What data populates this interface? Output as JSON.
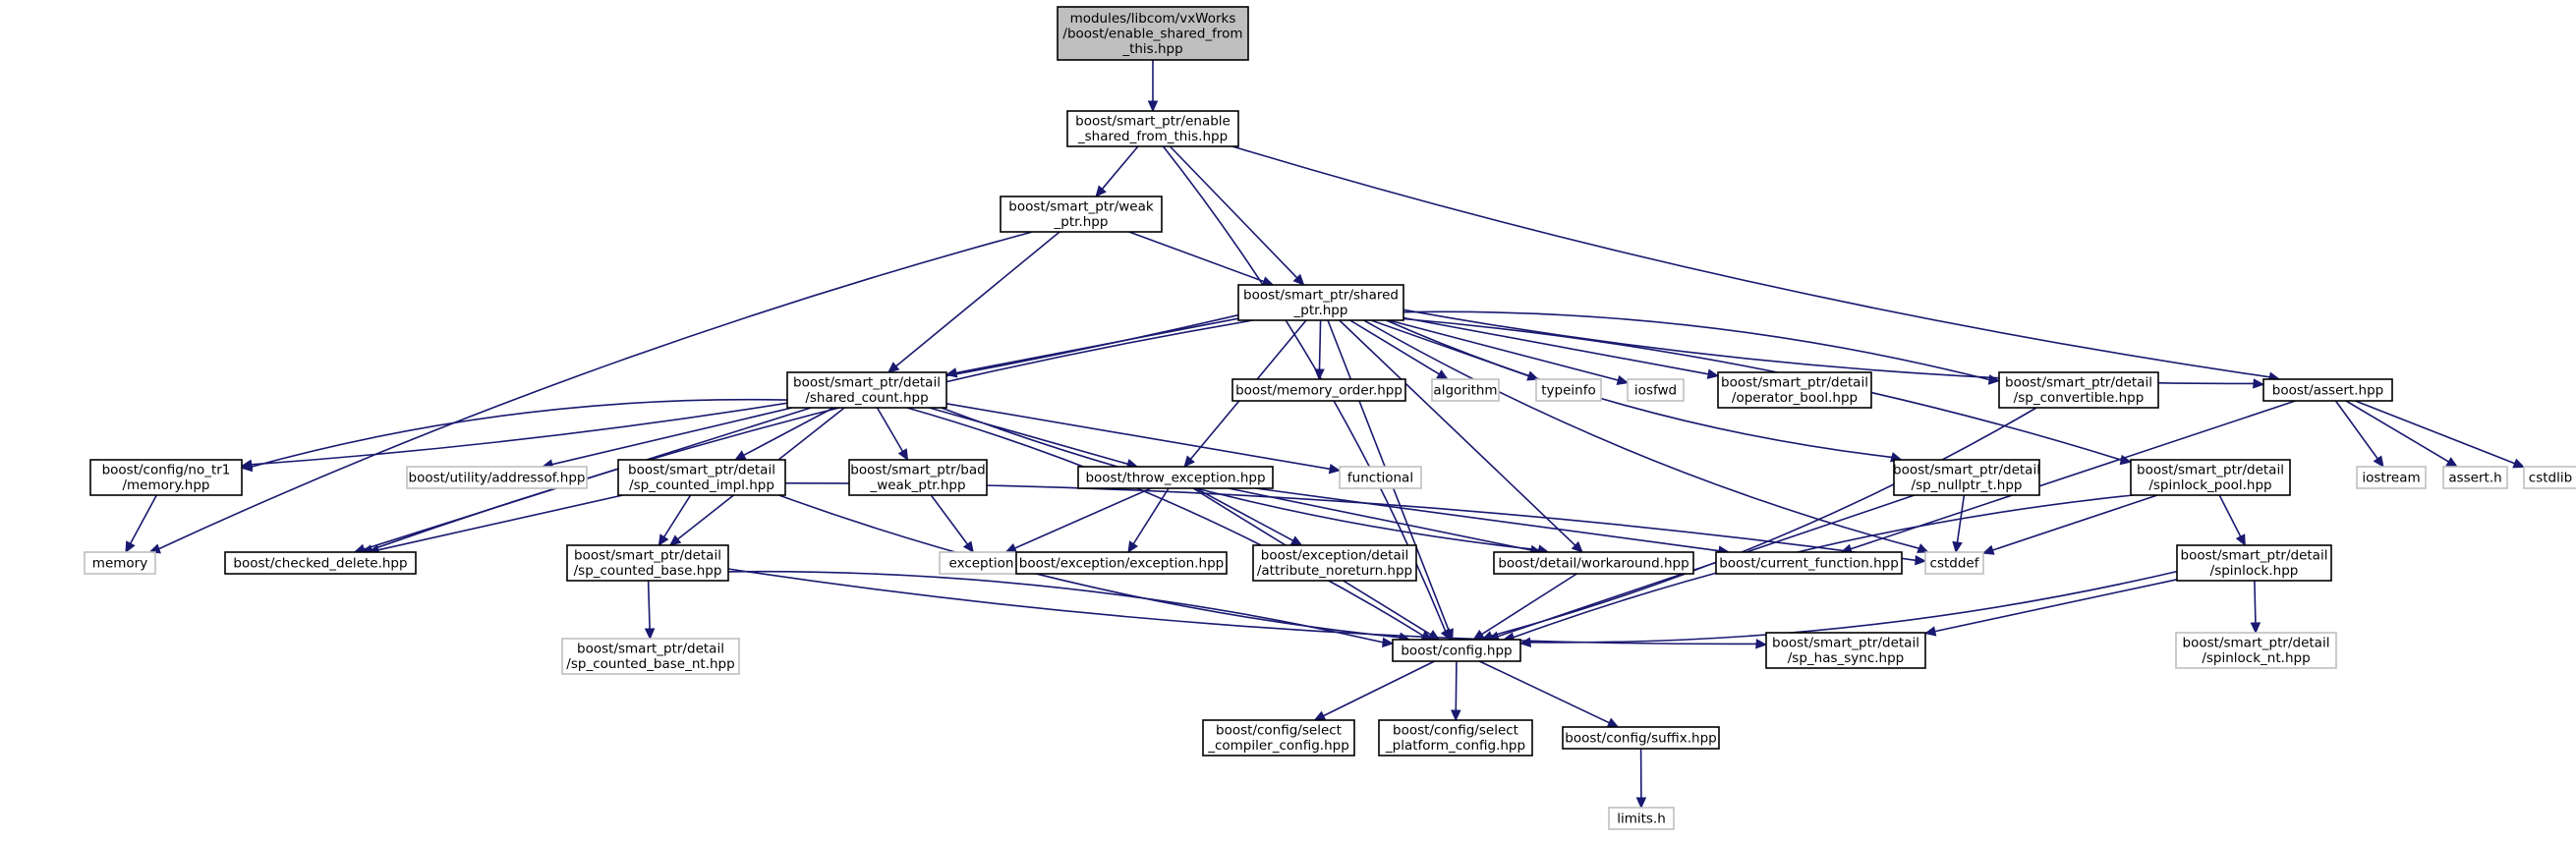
{
  "colors": {
    "edge": "#191970",
    "root_fill": "#bfbfbf",
    "node_fill": "#ffffff",
    "node_border": "#000000",
    "external_border": "#bfbfbf"
  },
  "nodes": [
    {
      "id": "root",
      "kind": "root",
      "lines": [
        "modules/libcom/vxWorks",
        "/boost/enable_shared_from",
        "_this.hpp"
      ]
    },
    {
      "id": "esft",
      "kind": "file",
      "lines": [
        "boost/smart_ptr/enable",
        "_shared_from_this.hpp"
      ]
    },
    {
      "id": "weak",
      "kind": "file",
      "lines": [
        "boost/smart_ptr/weak",
        "_ptr.hpp"
      ]
    },
    {
      "id": "shared",
      "kind": "file",
      "lines": [
        "boost/smart_ptr/shared",
        "_ptr.hpp"
      ]
    },
    {
      "id": "assert",
      "kind": "file",
      "lines": [
        "boost/assert.hpp"
      ]
    },
    {
      "id": "sc",
      "kind": "file",
      "lines": [
        "boost/smart_ptr/detail",
        "/shared_count.hpp"
      ]
    },
    {
      "id": "memord",
      "kind": "file",
      "lines": [
        "boost/memory_order.hpp"
      ]
    },
    {
      "id": "algorithm",
      "kind": "ext",
      "lines": [
        "algorithm"
      ]
    },
    {
      "id": "typeinfo",
      "kind": "ext",
      "lines": [
        "typeinfo"
      ]
    },
    {
      "id": "iosfwd",
      "kind": "ext",
      "lines": [
        "iosfwd"
      ]
    },
    {
      "id": "opbool",
      "kind": "file",
      "lines": [
        "boost/smart_ptr/detail",
        "/operator_bool.hpp"
      ]
    },
    {
      "id": "spconv",
      "kind": "file",
      "lines": [
        "boost/smart_ptr/detail",
        "/sp_convertible.hpp"
      ]
    },
    {
      "id": "iostream",
      "kind": "ext",
      "lines": [
        "iostream"
      ]
    },
    {
      "id": "asserth",
      "kind": "ext",
      "lines": [
        "assert.h"
      ]
    },
    {
      "id": "cstdlib",
      "kind": "ext",
      "lines": [
        "cstdlib"
      ]
    },
    {
      "id": "notr1",
      "kind": "file",
      "lines": [
        "boost/config/no_tr1",
        "/memory.hpp"
      ]
    },
    {
      "id": "addressof",
      "kind": "ext",
      "lines": [
        "boost/utility/addressof.hpp"
      ]
    },
    {
      "id": "scimpl",
      "kind": "file",
      "lines": [
        "boost/smart_ptr/detail",
        "/sp_counted_impl.hpp"
      ]
    },
    {
      "id": "badweak",
      "kind": "file",
      "lines": [
        "boost/smart_ptr/bad",
        "_weak_ptr.hpp"
      ]
    },
    {
      "id": "throwex",
      "kind": "file",
      "lines": [
        "boost/throw_exception.hpp"
      ]
    },
    {
      "id": "functional",
      "kind": "ext",
      "lines": [
        "functional"
      ]
    },
    {
      "id": "nullptr",
      "kind": "file",
      "lines": [
        "boost/smart_ptr/detail",
        "/sp_nullptr_t.hpp"
      ]
    },
    {
      "id": "spinpool",
      "kind": "file",
      "lines": [
        "boost/smart_ptr/detail",
        "/spinlock_pool.hpp"
      ]
    },
    {
      "id": "memory",
      "kind": "ext",
      "lines": [
        "memory"
      ]
    },
    {
      "id": "checked",
      "kind": "file",
      "lines": [
        "boost/checked_delete.hpp"
      ]
    },
    {
      "id": "scbase",
      "kind": "file",
      "lines": [
        "boost/smart_ptr/detail",
        "/sp_counted_base.hpp"
      ]
    },
    {
      "id": "exception",
      "kind": "ext",
      "lines": [
        "exception"
      ]
    },
    {
      "id": "exexc",
      "kind": "file",
      "lines": [
        "boost/exception/exception.hpp"
      ]
    },
    {
      "id": "attrnoret",
      "kind": "file",
      "lines": [
        "boost/exception/detail",
        "/attribute_noreturn.hpp"
      ]
    },
    {
      "id": "workaround",
      "kind": "file",
      "lines": [
        "boost/detail/workaround.hpp"
      ]
    },
    {
      "id": "curfunc",
      "kind": "file",
      "lines": [
        "boost/current_function.hpp"
      ]
    },
    {
      "id": "cstddef",
      "kind": "ext",
      "lines": [
        "cstddef"
      ]
    },
    {
      "id": "spinlock",
      "kind": "file",
      "lines": [
        "boost/smart_ptr/detail",
        "/spinlock.hpp"
      ]
    },
    {
      "id": "scbasent",
      "kind": "ext",
      "lines": [
        "boost/smart_ptr/detail",
        "/sp_counted_base_nt.hpp"
      ]
    },
    {
      "id": "config",
      "kind": "file",
      "lines": [
        "boost/config.hpp"
      ]
    },
    {
      "id": "hassync",
      "kind": "file",
      "lines": [
        "boost/smart_ptr/detail",
        "/sp_has_sync.hpp"
      ]
    },
    {
      "id": "spinlocknt",
      "kind": "ext",
      "lines": [
        "boost/smart_ptr/detail",
        "/spinlock_nt.hpp"
      ]
    },
    {
      "id": "selcomp",
      "kind": "file",
      "lines": [
        "boost/config/select",
        "_compiler_config.hpp"
      ]
    },
    {
      "id": "selplat",
      "kind": "file",
      "lines": [
        "boost/config/select",
        "_platform_config.hpp"
      ]
    },
    {
      "id": "suffix",
      "kind": "file",
      "lines": [
        "boost/config/suffix.hpp"
      ]
    },
    {
      "id": "limits",
      "kind": "ext",
      "lines": [
        "limits.h"
      ]
    }
  ],
  "edges": [
    [
      "root",
      "esft"
    ],
    [
      "esft",
      "weak"
    ],
    [
      "esft",
      "shared"
    ],
    [
      "esft",
      "assert"
    ],
    [
      "esft",
      "config"
    ],
    [
      "weak",
      "shared"
    ],
    [
      "weak",
      "sc"
    ],
    [
      "weak",
      "memory"
    ],
    [
      "shared",
      "sc"
    ],
    [
      "shared",
      "memord"
    ],
    [
      "shared",
      "algorithm"
    ],
    [
      "shared",
      "typeinfo"
    ],
    [
      "shared",
      "iosfwd"
    ],
    [
      "shared",
      "opbool"
    ],
    [
      "shared",
      "spconv"
    ],
    [
      "shared",
      "assert"
    ],
    [
      "shared",
      "notr1"
    ],
    [
      "shared",
      "checked"
    ],
    [
      "shared",
      "throwex"
    ],
    [
      "shared",
      "workaround"
    ],
    [
      "shared",
      "config"
    ],
    [
      "shared",
      "nullptr"
    ],
    [
      "shared",
      "spinpool"
    ],
    [
      "shared",
      "cstddef"
    ],
    [
      "assert",
      "iostream"
    ],
    [
      "assert",
      "asserth"
    ],
    [
      "assert",
      "cstdlib"
    ],
    [
      "assert",
      "curfunc"
    ],
    [
      "sc",
      "addressof"
    ],
    [
      "sc",
      "scimpl"
    ],
    [
      "sc",
      "badweak"
    ],
    [
      "sc",
      "throwex"
    ],
    [
      "sc",
      "functional"
    ],
    [
      "sc",
      "notr1"
    ],
    [
      "sc",
      "checked"
    ],
    [
      "sc",
      "scbase"
    ],
    [
      "sc",
      "config"
    ],
    [
      "sc",
      "workaround"
    ],
    [
      "notr1",
      "memory"
    ],
    [
      "scimpl",
      "checked"
    ],
    [
      "scimpl",
      "scbase"
    ],
    [
      "scimpl",
      "config"
    ],
    [
      "scimpl",
      "cstddef"
    ],
    [
      "badweak",
      "exception"
    ],
    [
      "throwex",
      "exception"
    ],
    [
      "throwex",
      "exexc"
    ],
    [
      "throwex",
      "attrnoret"
    ],
    [
      "throwex",
      "workaround"
    ],
    [
      "throwex",
      "config"
    ],
    [
      "throwex",
      "curfunc"
    ],
    [
      "scbase",
      "scbasent"
    ],
    [
      "scbase",
      "hassync"
    ],
    [
      "scbase",
      "config"
    ],
    [
      "workaround",
      "config"
    ],
    [
      "spconv",
      "config"
    ],
    [
      "nullptr",
      "cstddef"
    ],
    [
      "nullptr",
      "config"
    ],
    [
      "spinpool",
      "cstddef"
    ],
    [
      "spinpool",
      "spinlock"
    ],
    [
      "spinpool",
      "config"
    ],
    [
      "spinlock",
      "spinlocknt"
    ],
    [
      "spinlock",
      "hassync"
    ],
    [
      "spinlock",
      "config"
    ],
    [
      "config",
      "selcomp"
    ],
    [
      "config",
      "selplat"
    ],
    [
      "config",
      "suffix"
    ],
    [
      "suffix",
      "limits"
    ]
  ]
}
